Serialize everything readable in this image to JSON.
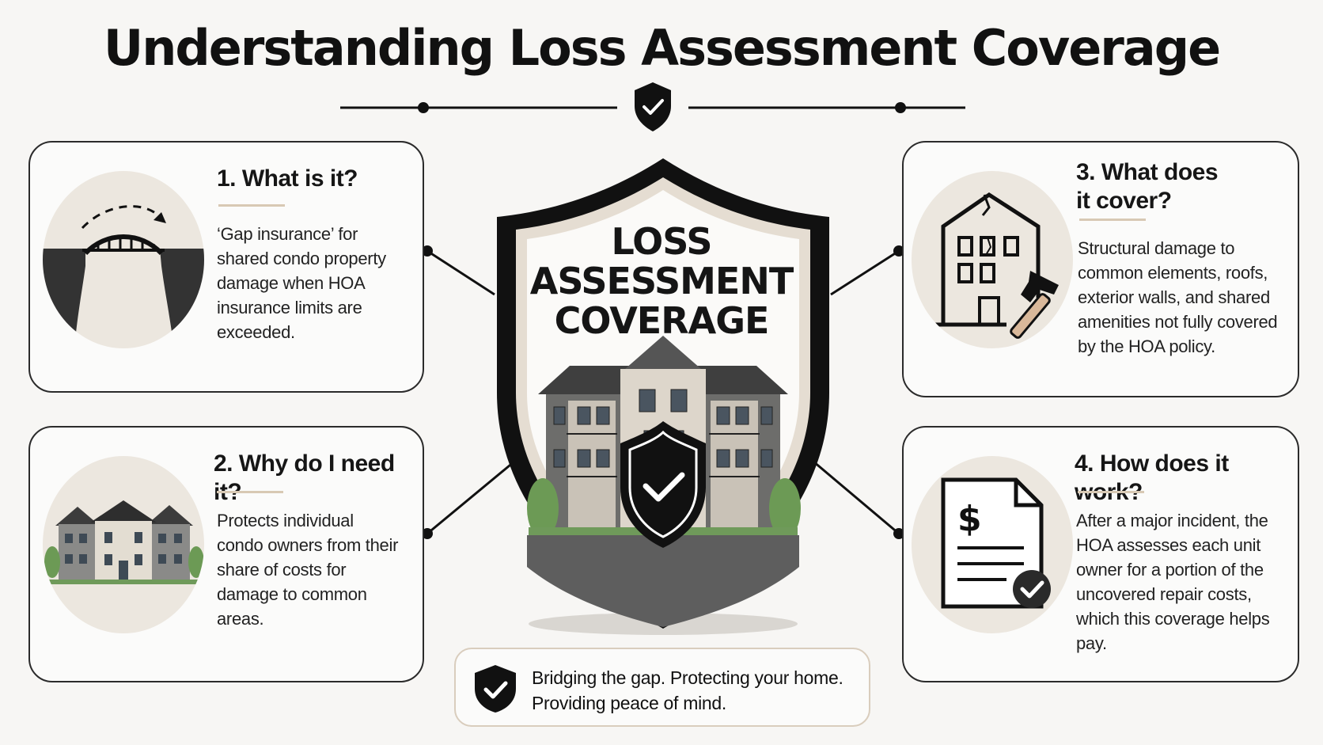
{
  "title": "Understanding Loss Assessment Coverage",
  "center_label": "LOSS ASSESSMENT COVERAGE",
  "cards": [
    {
      "title": "1. What is it?",
      "body": "‘Gap insurance’ for shared condo property damage when HOA insurance limits are exceeded.",
      "icon": "bridge-icon"
    },
    {
      "title": "2. Why do I need it?",
      "body": "Protects individual condo owners from their share of costs for damage to common areas.",
      "icon": "condo-building-icon"
    },
    {
      "title": "3. What does it cover?",
      "body": "Structural damage to common elements, roofs, exterior walls, and shared amenities not fully covered by the HOA policy.",
      "icon": "damaged-building-hammer-icon"
    },
    {
      "title": "4. How does it work?",
      "body": "After a major incident, the HOA assesses each unit owner for a portion of the uncovered repair costs, which this coverage helps pay.",
      "icon": "invoice-check-icon"
    }
  ],
  "footer": {
    "line1": "Bridging the gap. Protecting your home.",
    "line2": "Providing peace of mind."
  },
  "colors": {
    "dark": "#111111",
    "beige": "#ece7df",
    "accent_rule": "#d8c9b4"
  }
}
